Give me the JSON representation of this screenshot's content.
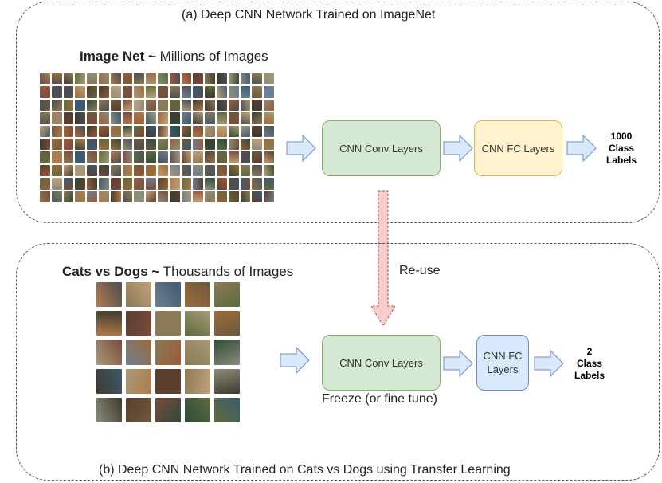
{
  "panel_a": {
    "caption": "(a) Deep CNN Network Trained on ImageNet",
    "dataset_bold": "Image Net ~",
    "dataset_rest": " Millions of Images",
    "conv_label": "CNN Conv Layers",
    "fc_label": "CNN FC Layers",
    "output_number": "1000",
    "output_line2": "Class",
    "output_line3": "Labels"
  },
  "panel_b": {
    "caption": "(b) Deep CNN Network Trained on Cats vs Dogs using Transfer Learning",
    "dataset_bold": "Cats vs Dogs ~",
    "dataset_rest": " Thousands of Images",
    "conv_label": "CNN Conv Layers",
    "fc_label_line1": "CNN FC",
    "fc_label_line2": "Layers",
    "output_number": "2",
    "output_line2": "Class",
    "output_line3": "Labels",
    "freeze_note": "Freeze (or fine tune)"
  },
  "reuse_label": "Re-use",
  "colors": {
    "conv_fill": "#d5e8d4",
    "fc_yellow_fill": "#fff2cc",
    "fc_blue_fill": "#dae8fc",
    "arrow_fill": "#dae8fc",
    "reuse_arrow_fill": "#f8cecc"
  }
}
